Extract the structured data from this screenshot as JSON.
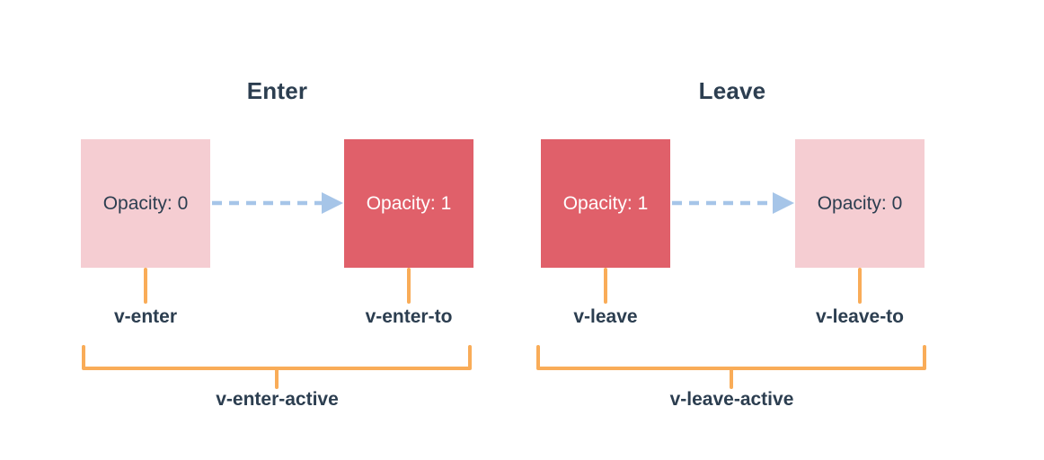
{
  "colors": {
    "pink": "#f5cdd2",
    "red": "#e0606a",
    "orange": "#f9ac58",
    "blue": "#a6c5e8",
    "navy": "#2c3e50"
  },
  "enter": {
    "title": "Enter",
    "from_box_text": "Opacity: 0",
    "to_box_text": "Opacity: 1",
    "from_label": "v-enter",
    "to_label": "v-enter-to",
    "active_label": "v-enter-active"
  },
  "leave": {
    "title": "Leave",
    "from_box_text": "Opacity: 1",
    "to_box_text": "Opacity: 0",
    "from_label": "v-leave",
    "to_label": "v-leave-to",
    "active_label": "v-leave-active"
  }
}
